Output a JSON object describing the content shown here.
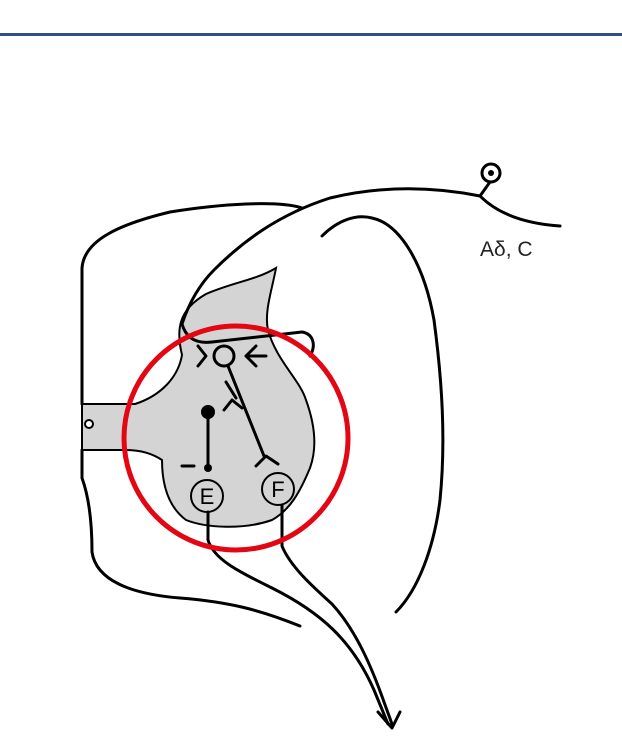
{
  "diagram": {
    "fiber_label": "Aδ, C",
    "neuron_e_label": "E",
    "neuron_f_label": "F",
    "inhibitory_mark": "-"
  },
  "colors": {
    "header_rule": "#2f4f86",
    "gray_matter": "#d4d4d4",
    "highlight_circle": "#e30613",
    "lines": "#000000"
  }
}
